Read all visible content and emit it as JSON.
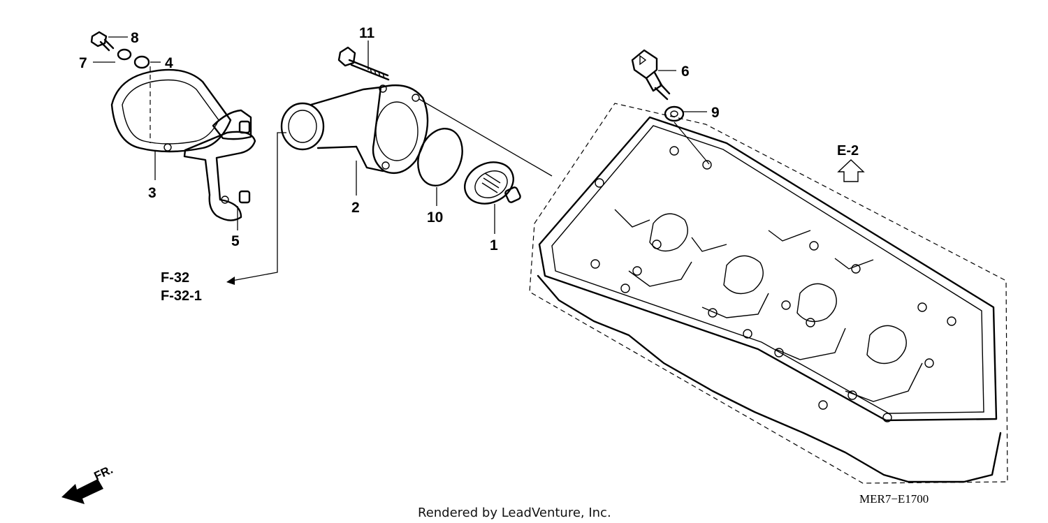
{
  "diagram": {
    "callouts": {
      "c1": "1",
      "c2": "2",
      "c3": "3",
      "c4": "4",
      "c5": "5",
      "c6": "6",
      "c7": "7",
      "c8": "8",
      "c9": "9",
      "c10": "10",
      "c11": "11"
    },
    "references": {
      "e2": "E-2",
      "f32": "F-32",
      "f32_1": "F-32-1"
    },
    "front_indicator": "FR.",
    "diagram_code": "MER7−E1700",
    "credit": "Rendered by LeadVenture, Inc."
  }
}
